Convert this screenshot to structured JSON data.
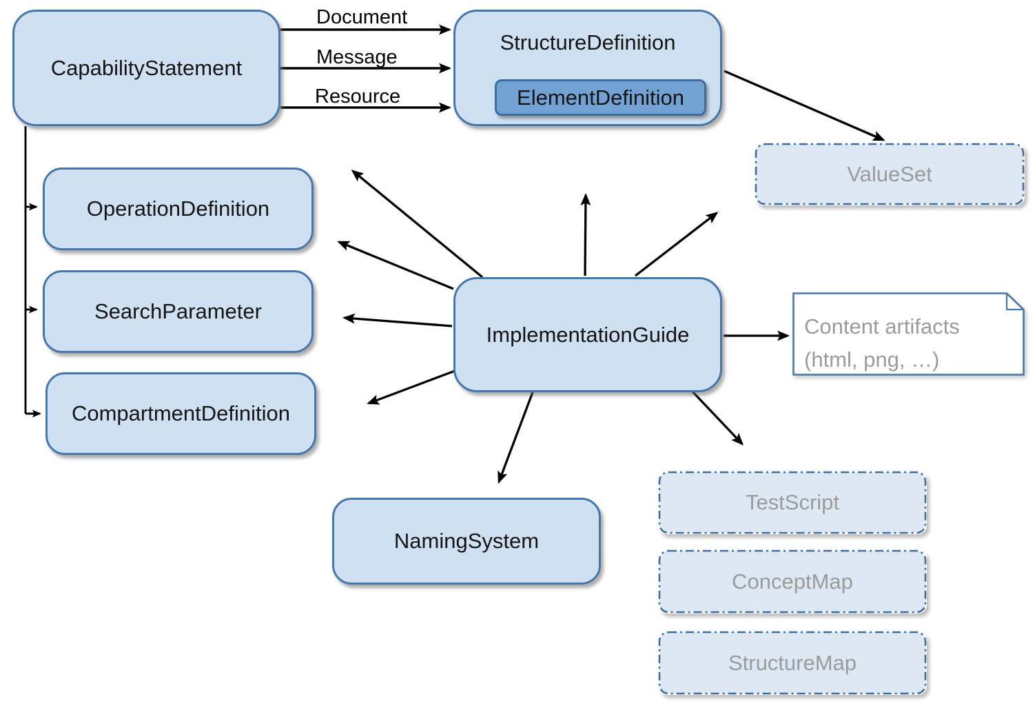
{
  "diagram": {
    "nodes": {
      "capability_statement": {
        "label": "CapabilityStatement"
      },
      "structure_definition": {
        "label": "StructureDefinition"
      },
      "element_definition": {
        "label": "ElementDefinition"
      },
      "value_set": {
        "label": "ValueSet"
      },
      "operation_definition": {
        "label": "OperationDefinition"
      },
      "search_parameter": {
        "label": "SearchParameter"
      },
      "compartment_definition": {
        "label": "CompartmentDefinition"
      },
      "implementation_guide": {
        "label": "ImplementationGuide"
      },
      "naming_system": {
        "label": "NamingSystem"
      },
      "content_artifacts": {
        "line1": "Content artifacts",
        "line2": "(html, png, …)"
      },
      "test_script": {
        "label": "TestScript"
      },
      "concept_map": {
        "label": "ConceptMap"
      },
      "structure_map": {
        "label": "StructureMap"
      }
    },
    "edge_labels": {
      "document": "Document",
      "message": "Message",
      "resource": "Resource"
    },
    "colors": {
      "box_fill": "#cfe0f2",
      "box_border": "#4576ac",
      "inner_box_fill": "#72a2d4",
      "inner_box_border": "#3d6c9e",
      "dashed_fill": "#dde8f4",
      "dashed_border": "#3f6d9e",
      "muted_text": "#9b9b9b",
      "label_text": "#141414",
      "arrow": "#000000",
      "note_fill": "#ffffff"
    }
  }
}
